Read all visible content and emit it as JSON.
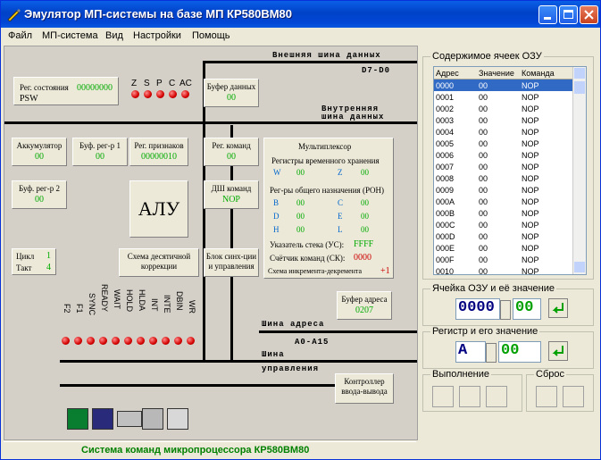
{
  "window": {
    "title": "Эмулятор МП-системы на базе МП КР580ВМ80"
  },
  "menu": [
    "Файл",
    "МП-система",
    "Вид",
    "Настройки",
    "Помощь"
  ],
  "buses": {
    "data_ext": "Внешняя шина данных",
    "data_ext_pins": "D7-D0",
    "data_int_1": "Внутренняя",
    "data_int_2": "шина данных",
    "addr": "Шина адреса",
    "addr_pins": "A0-A15",
    "ctrl_1": "Шина",
    "ctrl_2": "управления"
  },
  "blocks": {
    "psw": {
      "label": "Рег. состояния",
      "sub": "PSW",
      "value": "00000000"
    },
    "flags": [
      "Z",
      "S",
      "P",
      "C",
      "AC"
    ],
    "data_buf": {
      "label": "Буфер данных",
      "value": "00"
    },
    "acc": {
      "label": "Аккумулятор",
      "value": "00"
    },
    "buf1": {
      "label": "Буф. рег-р 1",
      "value": "00"
    },
    "flagreg": {
      "label": "Рег. признаков",
      "value": "00000010"
    },
    "buf2": {
      "label": "Буф. рег-р 2",
      "value": "00"
    },
    "alu": {
      "label": "АЛУ"
    },
    "cmd_reg": {
      "label": "Рег. команд",
      "value": "00"
    },
    "decoder": {
      "label": "ДШ команд",
      "value": "NOP"
    },
    "decimal": {
      "label1": "Схема десятичной",
      "label2": "коррекции"
    },
    "sync": {
      "label1": "Блок синх-ции",
      "label2": "и управления"
    },
    "cycle": {
      "label": "Цикл",
      "value": "1"
    },
    "tact": {
      "label": "Такт",
      "value": "4"
    },
    "mux": {
      "label": "Мультиплексор"
    },
    "temp_regs": {
      "label": "Регистры временного хранения",
      "w": "W",
      "w_val": "00",
      "z": "Z",
      "z_val": "00"
    },
    "gp_regs": {
      "label": "Рег-ры общего назначения (РОН)",
      "b": "B",
      "b_val": "00",
      "c": "C",
      "c_val": "00",
      "d": "D",
      "d_val": "00",
      "e": "E",
      "e_val": "00",
      "h": "H",
      "h_val": "00",
      "l": "L",
      "l_val": "00"
    },
    "sp": {
      "label": "Указатель стека (УС):",
      "value": "FFFF"
    },
    "pc": {
      "label": "Счётчик команд (СК):",
      "value": "0000"
    },
    "incdec": {
      "label": "Схема инкремента-декремента",
      "value": "+1"
    },
    "addr_buf": {
      "label": "Буфер адреса",
      "value": "0207"
    },
    "io_ctrl": {
      "label1": "Контроллер",
      "label2": "ввода-вывода"
    }
  },
  "signals": [
    "F2",
    "F1",
    "SYNC",
    "READY",
    "WAIT",
    "HOLD",
    "HLDA",
    "INT",
    "INTE",
    "DBIN",
    "WR"
  ],
  "ram": {
    "title": "Содержимое ячеек ОЗУ",
    "headers": [
      "Адрес",
      "Значение",
      "Команда"
    ],
    "rows": [
      [
        "0000",
        "00",
        "NOP"
      ],
      [
        "0001",
        "00",
        "NOP"
      ],
      [
        "0002",
        "00",
        "NOP"
      ],
      [
        "0003",
        "00",
        "NOP"
      ],
      [
        "0004",
        "00",
        "NOP"
      ],
      [
        "0005",
        "00",
        "NOP"
      ],
      [
        "0006",
        "00",
        "NOP"
      ],
      [
        "0007",
        "00",
        "NOP"
      ],
      [
        "0008",
        "00",
        "NOP"
      ],
      [
        "0009",
        "00",
        "NOP"
      ],
      [
        "000A",
        "00",
        "NOP"
      ],
      [
        "000B",
        "00",
        "NOP"
      ],
      [
        "000C",
        "00",
        "NOP"
      ],
      [
        "000D",
        "00",
        "NOP"
      ],
      [
        "000E",
        "00",
        "NOP"
      ],
      [
        "000F",
        "00",
        "NOP"
      ],
      [
        "0010",
        "00",
        "NOP"
      ]
    ]
  },
  "cell_editor": {
    "title": "Ячейка ОЗУ и её значение",
    "address": "0000",
    "value": "00"
  },
  "reg_editor": {
    "title": "Регистр и его значение",
    "register": "A",
    "value": "00"
  },
  "exec": {
    "title": "Выполнение"
  },
  "reset": {
    "title": "Сброс"
  },
  "status": {
    "text": "Система команд микропроцессора КР580ВМ80"
  }
}
